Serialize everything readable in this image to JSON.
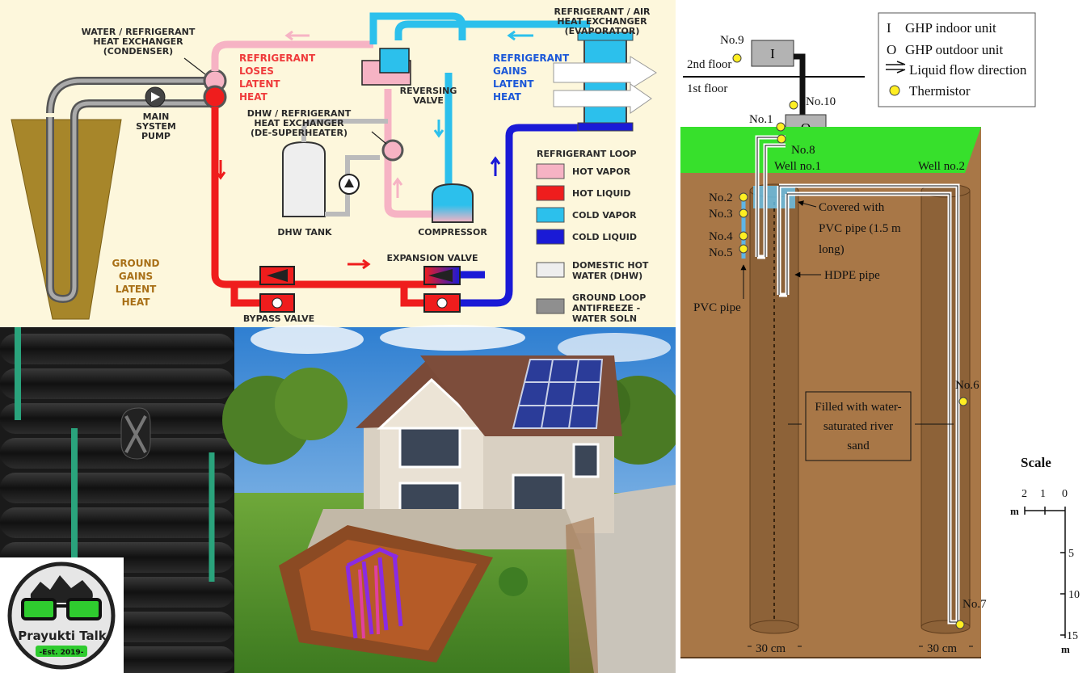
{
  "heat_pump": {
    "labels": {
      "condenser": [
        "WATER / REFRIGERANT",
        "HEAT EXCHANGER",
        "(CONDENSER)"
      ],
      "pump": [
        "MAIN",
        "SYSTEM",
        "PUMP"
      ],
      "loses": [
        "REFRIGERANT",
        "LOSES",
        "LATENT",
        "HEAT"
      ],
      "desuperheater": [
        "DHW / REFRIGERANT",
        "HEAT EXCHANGER",
        "(DE-SUPERHEATER)"
      ],
      "reversing": [
        "REVERSING",
        "VALVE"
      ],
      "evaporator": [
        "REFRIGERANT / AIR",
        "HEAT EXCHANGER",
        "(EVAPORATOR)"
      ],
      "gains": [
        "REFRIGERANT",
        "GAINS",
        "LATENT",
        "HEAT"
      ],
      "dhw_tank": "DHW TANK",
      "compressor": "COMPRESSOR",
      "ground": [
        "GROUND",
        "GAINS",
        "LATENT",
        "HEAT"
      ],
      "expansion": "EXPANSION VALVE",
      "bypass": "BYPASS VALVE"
    },
    "legend": {
      "title": "REFRIGERANT LOOP",
      "items": [
        {
          "label": "HOT VAPOR",
          "color": "#f6b3c4"
        },
        {
          "label": "HOT LIQUID",
          "color": "#ef1d1d"
        },
        {
          "label": "COLD VAPOR",
          "color": "#2cc0ec"
        },
        {
          "label": "COLD LIQUID",
          "color": "#1a1ad6"
        },
        {
          "label": [
            "DOMESTIC HOT",
            "WATER (DHW)"
          ],
          "color": "#eeeeee"
        },
        {
          "label": [
            "GROUND LOOP",
            "ANTIFREEZE -",
            "WATER SOLN"
          ],
          "color": "#8f8f8f"
        }
      ]
    }
  },
  "logo": {
    "text": "Prayukti Talk",
    "est": "-Est. 2019-"
  },
  "well_diagram": {
    "legend": [
      "GHP indoor unit",
      "GHP outdoor unit",
      "Liquid flow direction",
      "Thermistor"
    ],
    "legend_symbols": [
      "I",
      "O"
    ],
    "floor_2": "2nd floor",
    "floor_1": "1st floor",
    "unit_indoor": "I",
    "unit_outdoor": "O",
    "well_1": "Well no.1",
    "well_2": "Well no.2",
    "thermistors": [
      "No.1",
      "No.2",
      "No.3",
      "No.4",
      "No.5",
      "No.6",
      "No.7",
      "No.8",
      "No.9",
      "No.10"
    ],
    "covered": [
      "Covered with",
      "PVC pipe (1.5 m",
      "long)"
    ],
    "hdpe": "HDPE pipe",
    "pvc": "PVC pipe",
    "filled": [
      "Filled with water-",
      "saturated river",
      "sand"
    ],
    "diameter": "30 cm",
    "scale_title": "Scale",
    "scale_h": [
      "2",
      "1",
      "0"
    ],
    "scale_v": [
      "5",
      "10",
      "15"
    ],
    "unit_m": "m",
    "colors": {
      "grass": "#37e02c",
      "soil": "#a87747",
      "thermistor": "#ffee22"
    }
  }
}
